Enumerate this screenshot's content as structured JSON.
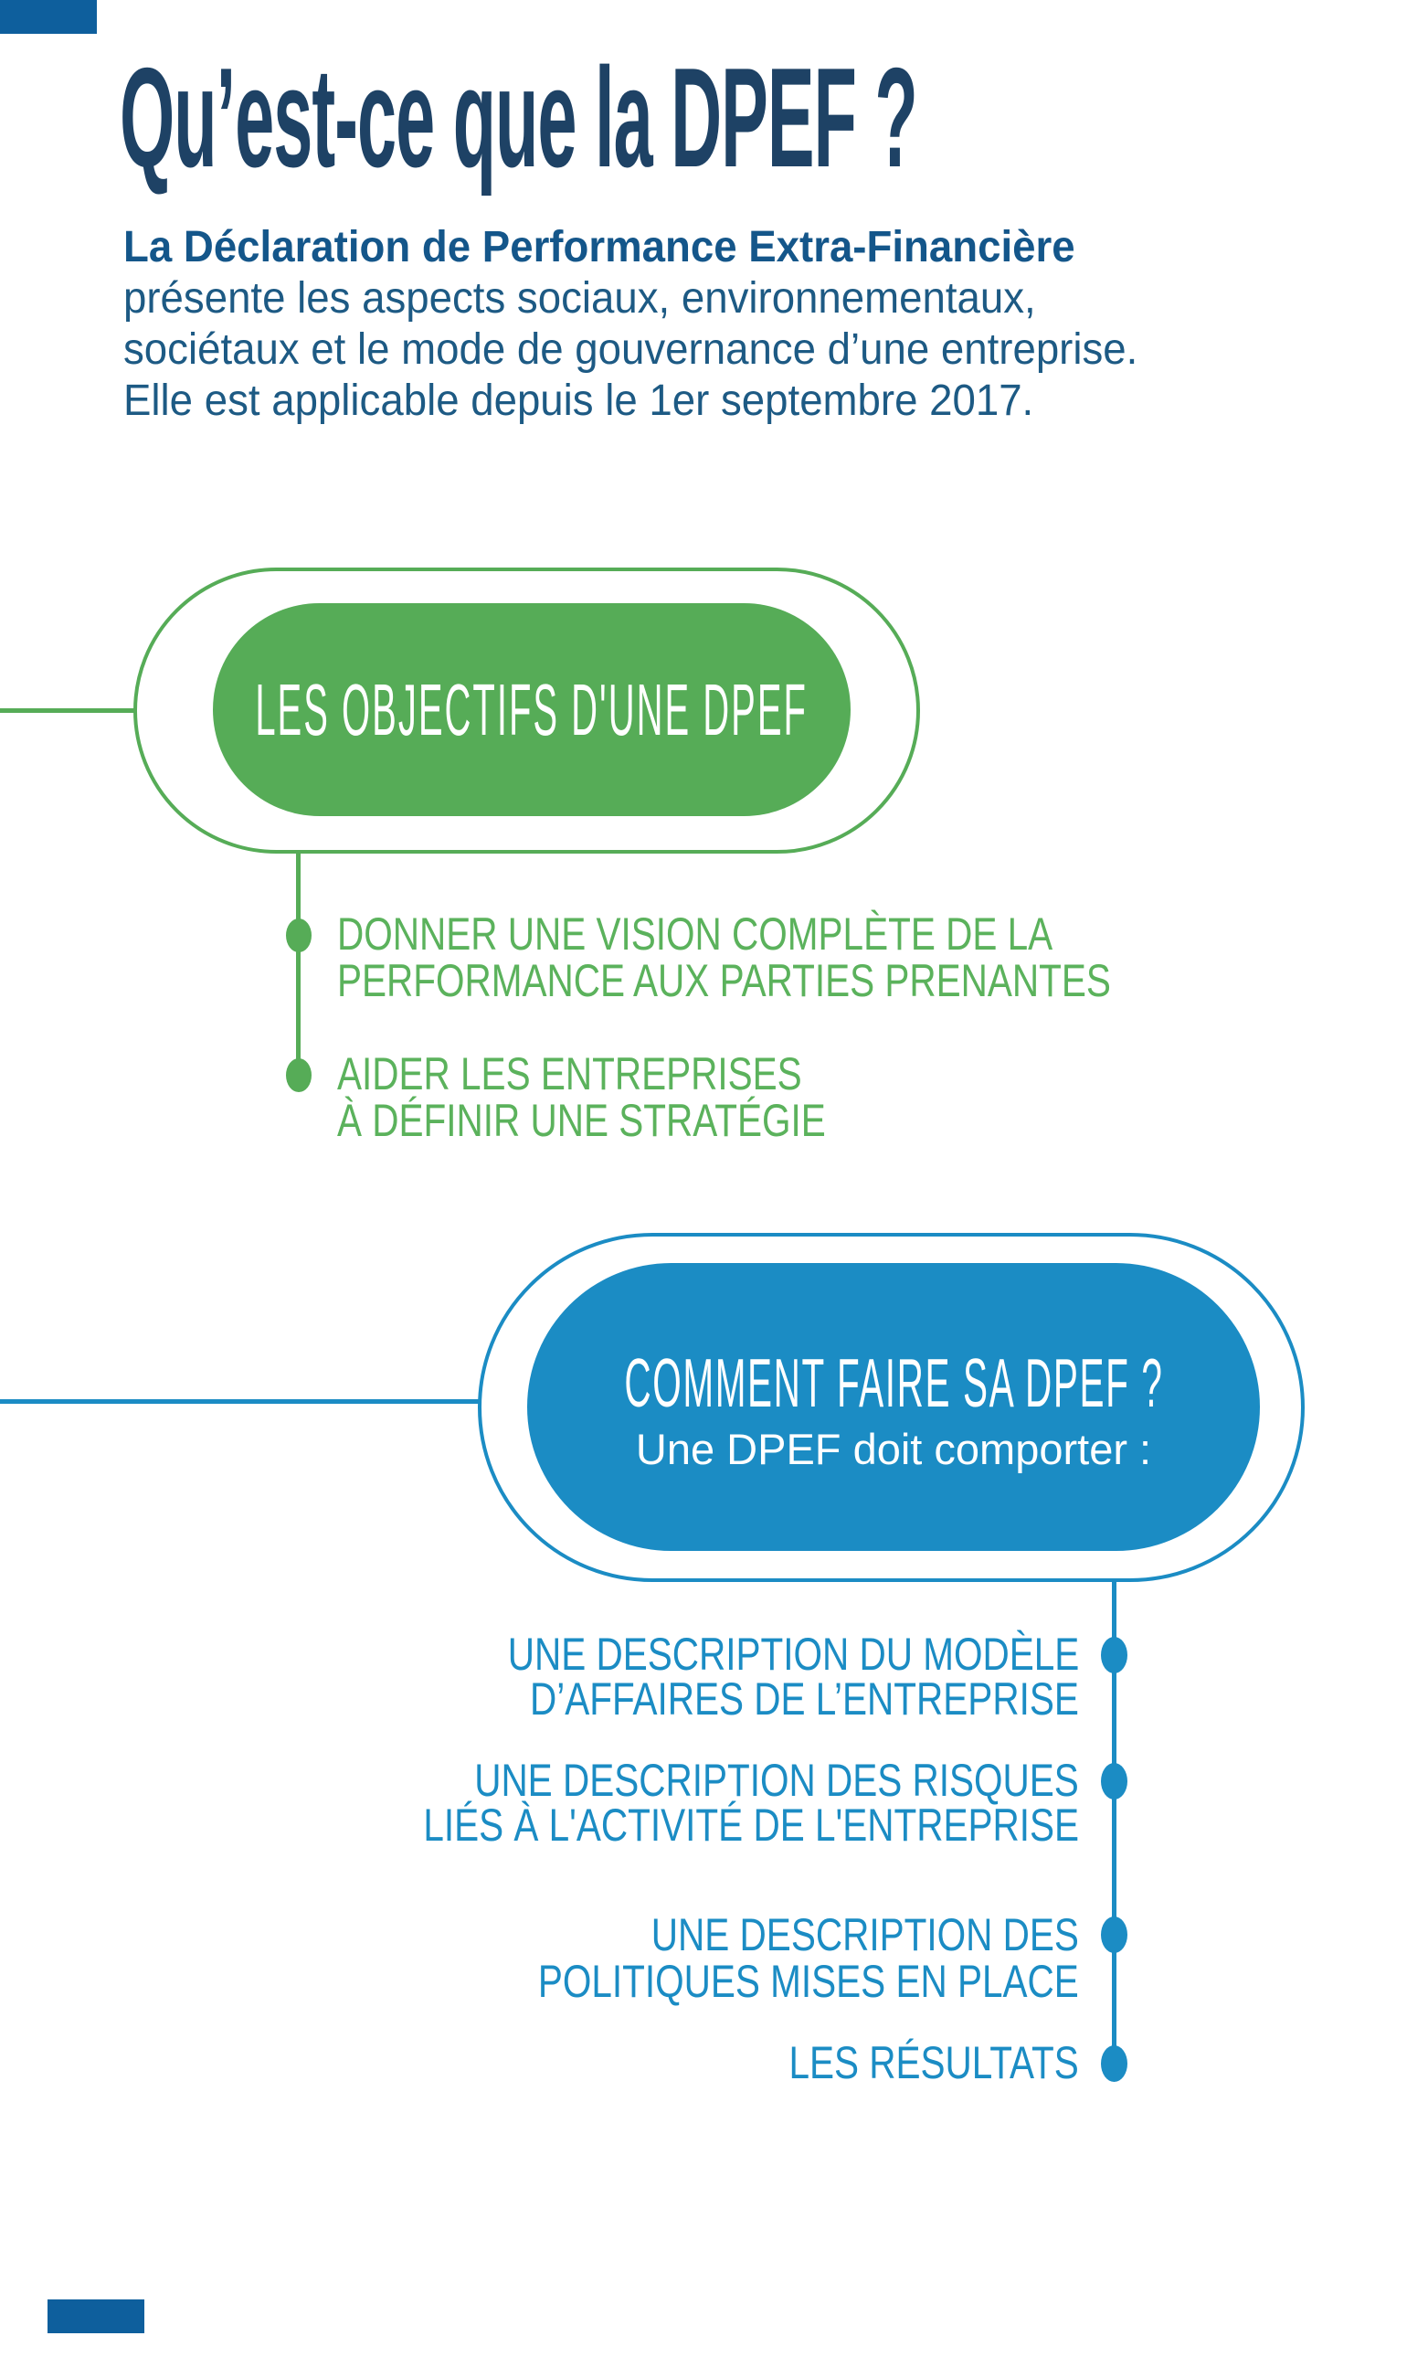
{
  "colors": {
    "accent_bar": "#0e5f9d",
    "title_navy": "#1e4265",
    "body_text": "#1d5a84",
    "green": "#56ac57",
    "green_text": "#5bb25c",
    "blue": "#1b8cc4",
    "pill_text": "#ffffff"
  },
  "header": {
    "title": "Qu’est-ce que la DPEF ?"
  },
  "intro": {
    "lead": "La Déclaration de Performance Extra-Financière",
    "line2": "présente les aspects sociaux, environnementaux,",
    "line3": "sociétaux et le mode de gouvernance d’une entreprise.",
    "line4": "Elle est applicable depuis le 1er septembre 2017."
  },
  "objectives": {
    "pill_title": "LES OBJECTIFS D'UNE DPEF",
    "items": [
      {
        "lines": [
          "DONNER UNE VISION COMPLÈTE DE LA",
          "PERFORMANCE AUX PARTIES PRENANTES"
        ]
      },
      {
        "lines": [
          "AIDER LES ENTREPRISES",
          "À DÉFINIR UNE STRATÉGIE"
        ]
      }
    ]
  },
  "how": {
    "pill_title": "COMMENT FAIRE SA DPEF ?",
    "pill_subtitle": "Une DPEF doit comporter :",
    "items": [
      {
        "lines": [
          "UNE DESCRIPTION DU MODÈLE",
          "D’AFFAIRES DE L’ENTREPRISE"
        ]
      },
      {
        "lines": [
          "UNE DESCRIPTION DES RISQUES",
          "LIÉS À L'ACTIVITÉ DE L'ENTREPRISE"
        ]
      },
      {
        "lines": [
          "UNE DESCRIPTION DES",
          "POLITIQUES MISES EN PLACE"
        ]
      },
      {
        "lines": [
          "LES RÉSULTATS"
        ]
      }
    ]
  }
}
